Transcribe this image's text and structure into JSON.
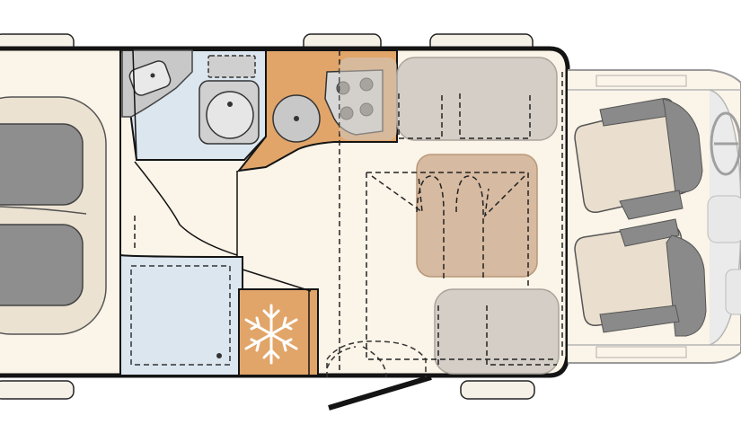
{
  "diagram": {
    "type": "motorhome-floor-plan",
    "orientation": "cab-right",
    "colors": {
      "background": "#ffffff",
      "floor": "#fbf4e8",
      "bed_mattress": "#ece2d2",
      "bed_cushion": "#8e8e8e",
      "bathroom": "#dbe6ef",
      "shower_tray": "#cbcbcb",
      "kitchen": "#e1a56a",
      "fridge": "#e1a56a",
      "seat_cushion": "#cfcac2",
      "table": "#c9a789",
      "cab_seat_frame": "#8a8a8a",
      "cab_seat_cushion": "#eadfce",
      "outline": "#141414",
      "window": "#f6f1e7"
    },
    "rooms": [
      {
        "name": "rear-bed-area"
      },
      {
        "name": "washroom"
      },
      {
        "name": "shower"
      },
      {
        "name": "kitchen"
      },
      {
        "name": "fridge"
      },
      {
        "name": "dinette"
      },
      {
        "name": "cab"
      }
    ],
    "icons": [
      "snowflake-icon",
      "sink-icon",
      "toilet-icon",
      "hob-icon",
      "steering-wheel-icon"
    ]
  }
}
